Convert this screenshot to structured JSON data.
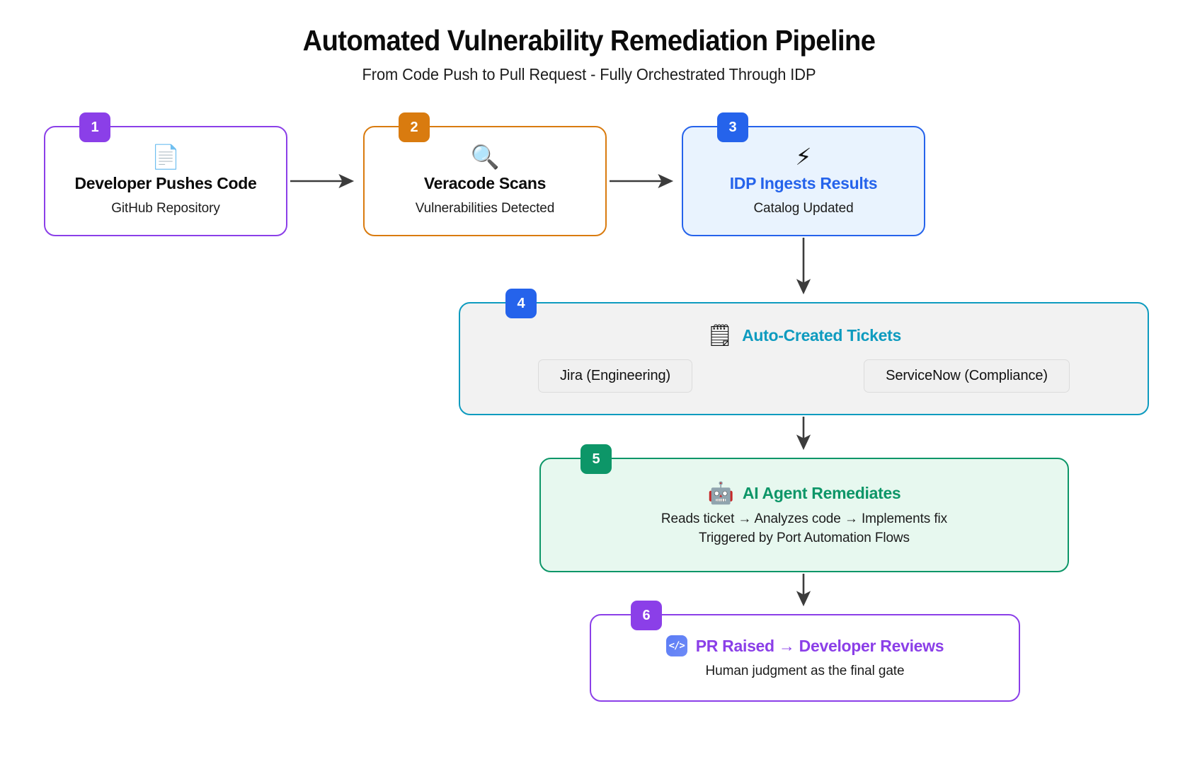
{
  "header": {
    "title": "Automated Vulnerability Remediation Pipeline",
    "subtitle": "From Code Push to Pull Request - Fully Orchestrated Through IDP"
  },
  "colors": {
    "purple": "#8B3FE8",
    "orange": "#D97B0F",
    "blue": "#2563EB",
    "teal": "#0E9BBF",
    "green": "#0D9668",
    "arrow": "#3C3C3C",
    "blue_fill": "#E9F3FE",
    "gray_fill": "#F2F2F2",
    "green_fill": "#E7F8EF",
    "pill_fill": "#F0F0F0"
  },
  "nodes": [
    {
      "badge": "1",
      "icon": "📄",
      "icon_name": "code-document-icon",
      "title": "Developer Pushes Code",
      "subtitle": "GitHub Repository"
    },
    {
      "badge": "2",
      "icon": "🔍",
      "icon_name": "magnifying-glass-icon",
      "title": "Veracode Scans",
      "subtitle": "Vulnerabilities Detected"
    },
    {
      "badge": "3",
      "icon": "⚡",
      "icon_name": "lightning-bolt-icon",
      "title": "IDP Ingests Results",
      "subtitle": "Catalog Updated"
    },
    {
      "badge": "4",
      "icon": "🗒",
      "icon_name": "notepad-icon",
      "title": "Auto-Created Tickets",
      "pills": [
        "Jira (Engineering)",
        "ServiceNow (Compliance)"
      ]
    },
    {
      "badge": "5",
      "icon": "🤖",
      "icon_name": "robot-icon",
      "title": "AI Agent Remediates",
      "subtitle_line1": "Reads ticket → Analyzes code → Implements fix",
      "subtitle_line2": "Triggered by Port Automation Flows"
    },
    {
      "badge": "6",
      "icon": "</>",
      "icon_name": "code-brackets-icon",
      "title": "PR Raised → Developer Reviews",
      "subtitle": "Human judgment as the final gate"
    }
  ]
}
